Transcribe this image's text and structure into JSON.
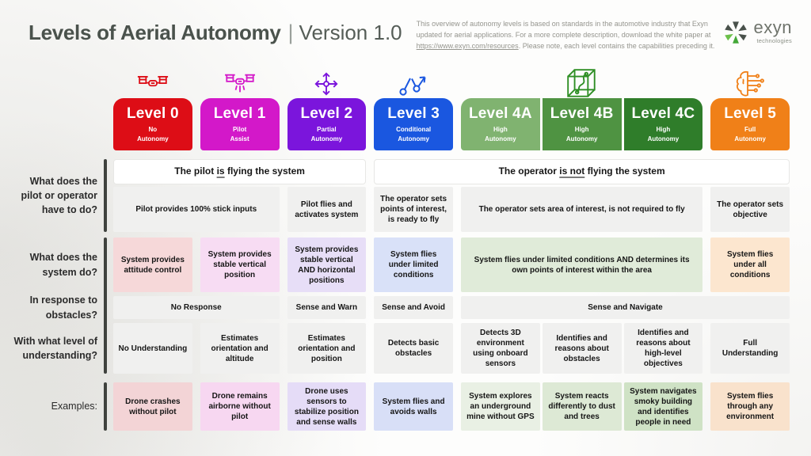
{
  "page": {
    "title": "Levels of Aerial Autonomy",
    "title_divider": "|",
    "version": "Version 1.0",
    "description": {
      "pre": "This overview of autonomy levels is based on standards in the automotive industry that Exyn updated for aerial applications. For a more complete description, download the white paper at ",
      "link": "https://www.exyn.com/resources",
      "post": ". Please note, each level contains the capabilities preceding it."
    },
    "logo": {
      "brand": "exyn",
      "sub": "technologies"
    }
  },
  "colors": {
    "bar": "#3f423e",
    "group4_icon": "#2f8f25",
    "logo_green": "#44a838",
    "logo_dark": "#49514b"
  },
  "levels": [
    {
      "label": "Level 0",
      "sub": "No\nAutonomy",
      "color": "#dd0d16"
    },
    {
      "label": "Level 1",
      "sub": "Pilot\nAssist",
      "color": "#d318c9"
    },
    {
      "label": "Level 2",
      "sub": "Partial\nAutonomy",
      "color": "#7b15dc"
    },
    {
      "label": "Level 3",
      "sub": "Conditional\nAutonomy",
      "color": "#1a57e0"
    },
    {
      "label": "Level 4A",
      "sub": "High\nAutonomy",
      "color": "#80b370"
    },
    {
      "label": "Level 4B",
      "sub": "High\nAutonomy",
      "color": "#4f9342"
    },
    {
      "label": "Level 4C",
      "sub": "High\nAutonomy",
      "color": "#2f7d2a"
    },
    {
      "label": "Level 5",
      "sub": "Full\nAutonomy",
      "color": "#f08018"
    }
  ],
  "rows": {
    "pilot": {
      "label": "What does the\npilot or operator\nhave to do?",
      "banner_left": {
        "pre": "The pilot ",
        "u": "is",
        "post": " flying the system"
      },
      "banner_right": {
        "pre": "The operator ",
        "u": "is not",
        "post": " flying the system"
      },
      "cells": [
        "Pilot provides 100% stick inputs",
        "Pilot flies and activates system",
        "The operator sets points of interest, is ready to fly",
        "The operator sets area of interest, is not required to fly",
        "The operator sets objective"
      ]
    },
    "system": {
      "label": "What does the\nsystem do?",
      "cells": [
        {
          "text": "System provides attitude control",
          "bg": "#f6d8d9"
        },
        {
          "text": "System provides stable vertical position",
          "bg": "#f7dcf3"
        },
        {
          "text": "System provides stable vertical AND horizontal positions",
          "bg": "#e7def7"
        },
        {
          "text": "System flies under limited conditions",
          "bg": "#d9e1f8"
        },
        {
          "text": "System flies under limited conditions AND determines its own points of interest within the area",
          "bg": "#e0ebd9"
        },
        {
          "text": "System flies under all conditions",
          "bg": "#fce6cf"
        }
      ]
    },
    "obstacles": {
      "label": "In response to\nobstacles?",
      "cells": [
        "No Response",
        "Sense and Warn",
        "Sense and Avoid",
        "Sense and Navigate"
      ]
    },
    "understanding": {
      "label": "With what level of\nunderstanding?",
      "cells": [
        "No Understanding",
        "Estimates orientation and altitude",
        "Estimates orientation and position",
        "Detects basic obstacles",
        "Detects 3D environment using onboard sensors",
        "Identifies and reasons about obstacles",
        "Identifies and reasons about high-level objectives",
        "Full Understanding"
      ]
    },
    "examples": {
      "label": "Examples:",
      "cells": [
        {
          "text": "Drone crashes without pilot",
          "bg": "#f3d4d6"
        },
        {
          "text": "Drone remains airborne without pilot",
          "bg": "#f7d7f1"
        },
        {
          "text": "Drone uses sensors to stabilize position and sense walls",
          "bg": "#e5dcf7"
        },
        {
          "text": "System flies and avoids walls",
          "bg": "#d8dff7"
        },
        {
          "text": "System explores an underground mine without GPS",
          "bg": "#e9f0e4"
        },
        {
          "text": "System reacts differently to dust and trees",
          "bg": "#dde9d5"
        },
        {
          "text": "System navigates smoky building and identifies people in need",
          "bg": "#cfe2c5"
        },
        {
          "text": "System flies through any environment",
          "bg": "#f9e2cc"
        }
      ]
    }
  }
}
